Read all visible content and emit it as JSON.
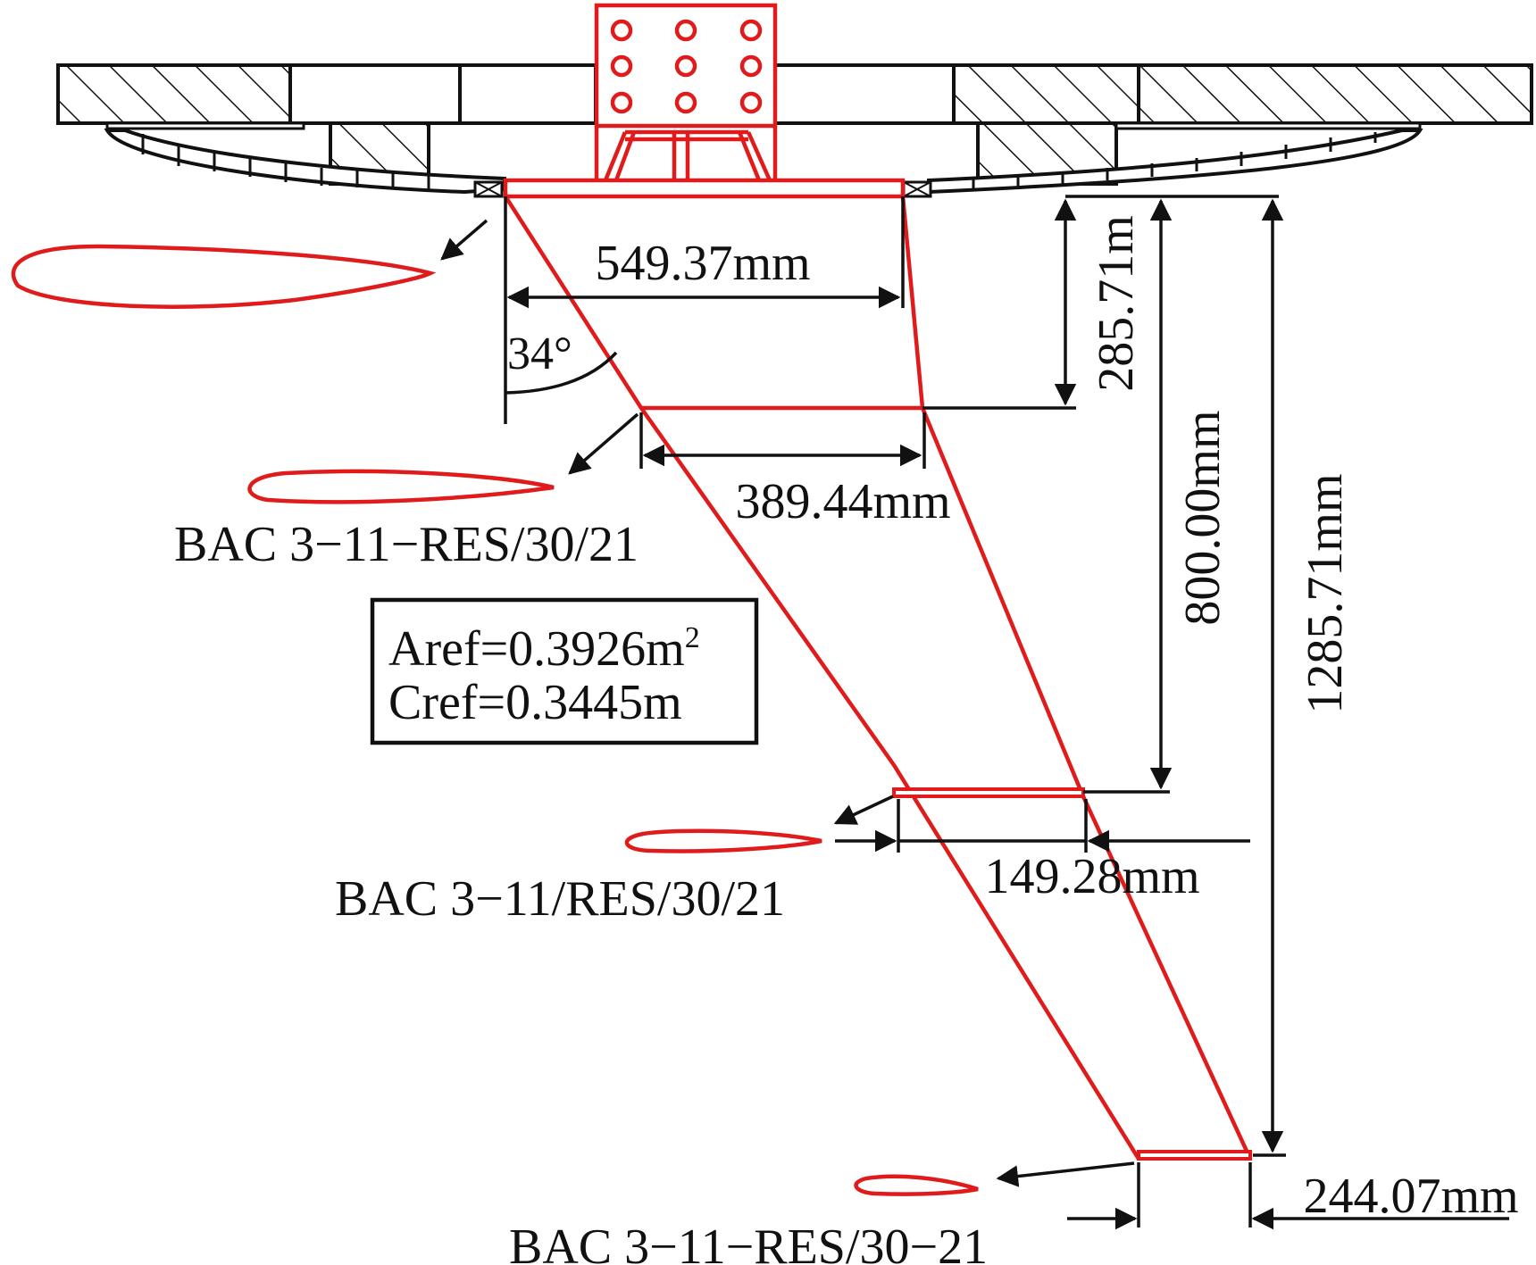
{
  "dimensions": {
    "root_chord": "549.37mm",
    "chord_2": "389.44mm",
    "chord_3": "149.28mm",
    "tip_chord": "244.07mm",
    "span_1": "285.71m",
    "span_2": "800.00mm",
    "span_total": "1285.71mm",
    "sweep_angle": "34°"
  },
  "airfoils": {
    "section_2": "BAC 3−11−RES/30/21",
    "section_3": "BAC 3−11/RES/30/21",
    "section_tip": "BAC 3−11−RES/30−21"
  },
  "reference": {
    "aref_prefix": "Aref=0.3926m",
    "aref_sup": "2",
    "cref": "Cref=0.3445m"
  },
  "colors": {
    "outline": "#111111",
    "wing": "#e01b1b"
  }
}
